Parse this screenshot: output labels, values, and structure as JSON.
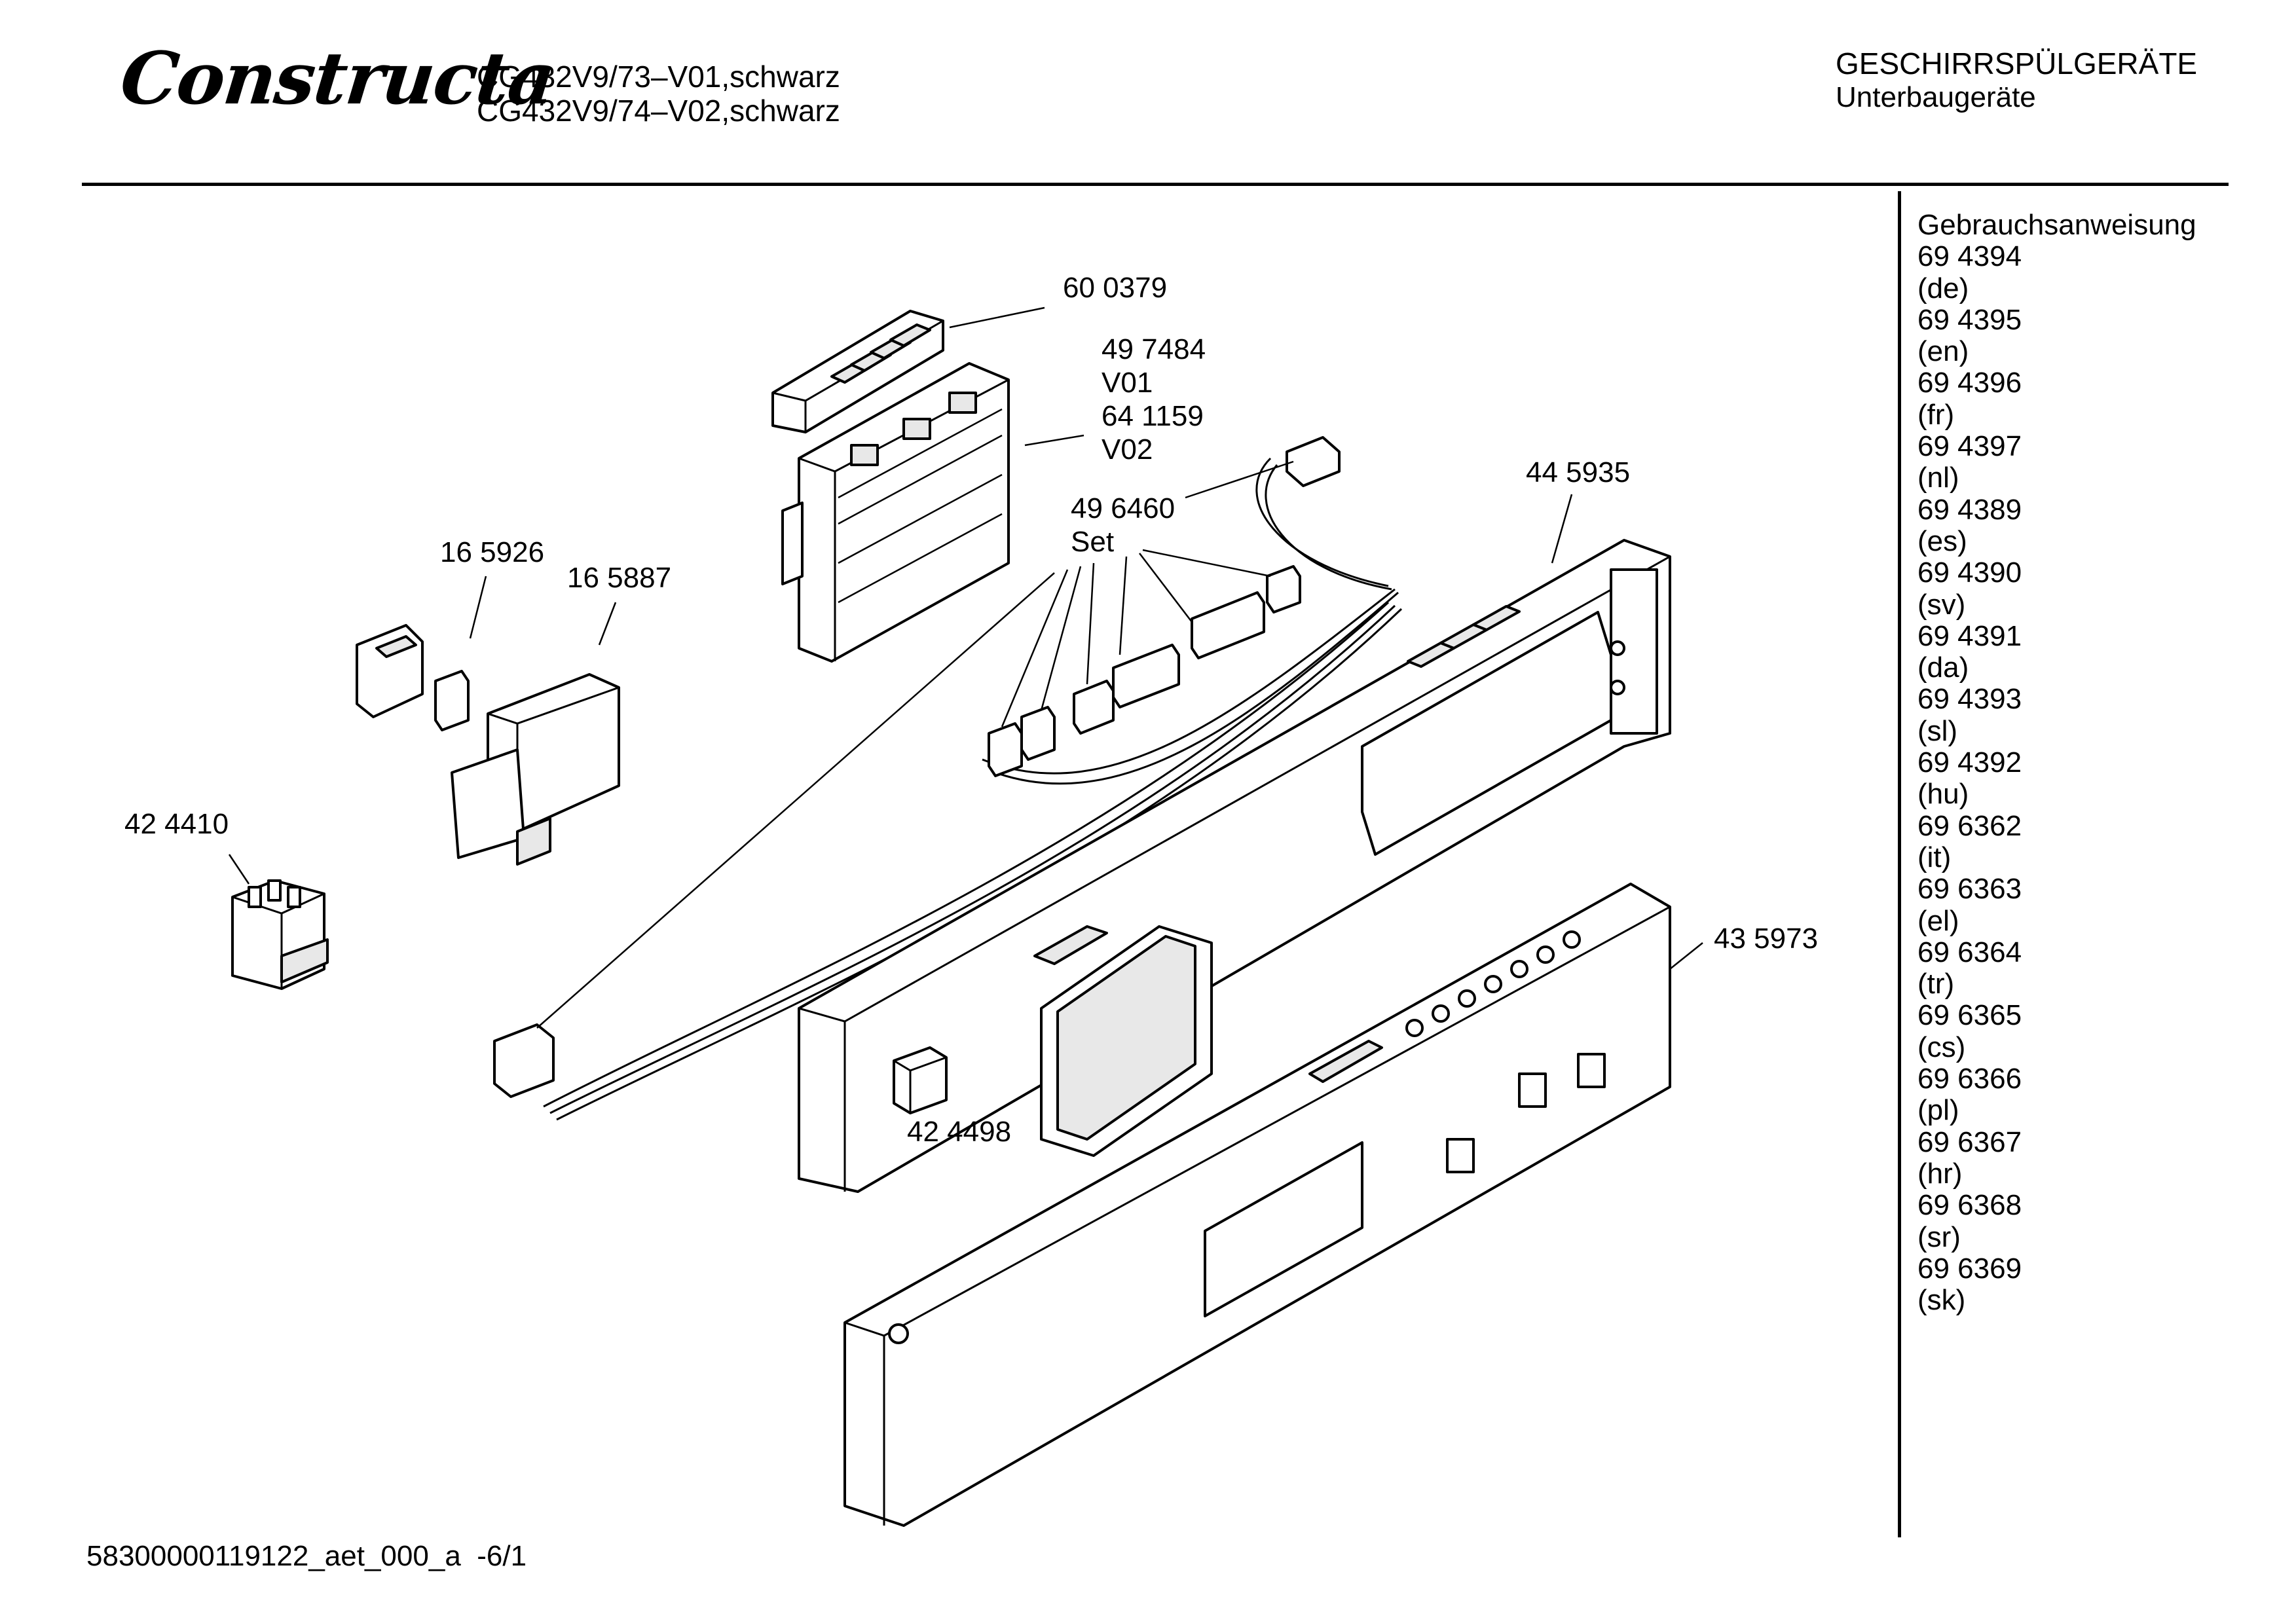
{
  "header": {
    "brand": "Constructa",
    "model_line_1": "CG432V9/73–V01,schwarz",
    "model_line_2": "CG432V9/74–V02,schwarz",
    "category": "GESCHIRRSPÜLGERÄTE",
    "subcategory": "Unterbaugeräte"
  },
  "manuals": {
    "title": "Gebrauchsanweisung",
    "items": [
      {
        "number": "69 4394",
        "lang": "(de)"
      },
      {
        "number": "69 4395",
        "lang": "(en)"
      },
      {
        "number": "69 4396",
        "lang": "(fr)"
      },
      {
        "number": "69 4397",
        "lang": "(nl)"
      },
      {
        "number": "69 4389",
        "lang": "(es)"
      },
      {
        "number": "69 4390",
        "lang": "(sv)"
      },
      {
        "number": "69 4391",
        "lang": "(da)"
      },
      {
        "number": "69 4393",
        "lang": "(sl)"
      },
      {
        "number": "69 4392",
        "lang": "(hu)"
      },
      {
        "number": "69 6362",
        "lang": "(it)"
      },
      {
        "number": "69 6363",
        "lang": "(el)"
      },
      {
        "number": "69 6364",
        "lang": "(tr)"
      },
      {
        "number": "69 6365",
        "lang": "(cs)"
      },
      {
        "number": "69 6366",
        "lang": "(pl)"
      },
      {
        "number": "69 6367",
        "lang": "(hr)"
      },
      {
        "number": "69 6368",
        "lang": "(sr)"
      },
      {
        "number": "69 6369",
        "lang": "(sk)"
      }
    ]
  },
  "parts": {
    "p600379": "60 0379",
    "p497484": "49 7484",
    "p497484_variant": "V01",
    "p641159": "64 1159",
    "p641159_variant": "V02",
    "p496460": "49 6460",
    "p496460_note": "Set",
    "p445935": "44 5935",
    "p165926": "16 5926",
    "p165887": "16 5887",
    "p424410": "42 4410",
    "p435973": "43 5973",
    "p424498": "42 4498"
  },
  "footer": {
    "document_id": "58300000119122_aet_000_a",
    "page": "-6/1"
  }
}
